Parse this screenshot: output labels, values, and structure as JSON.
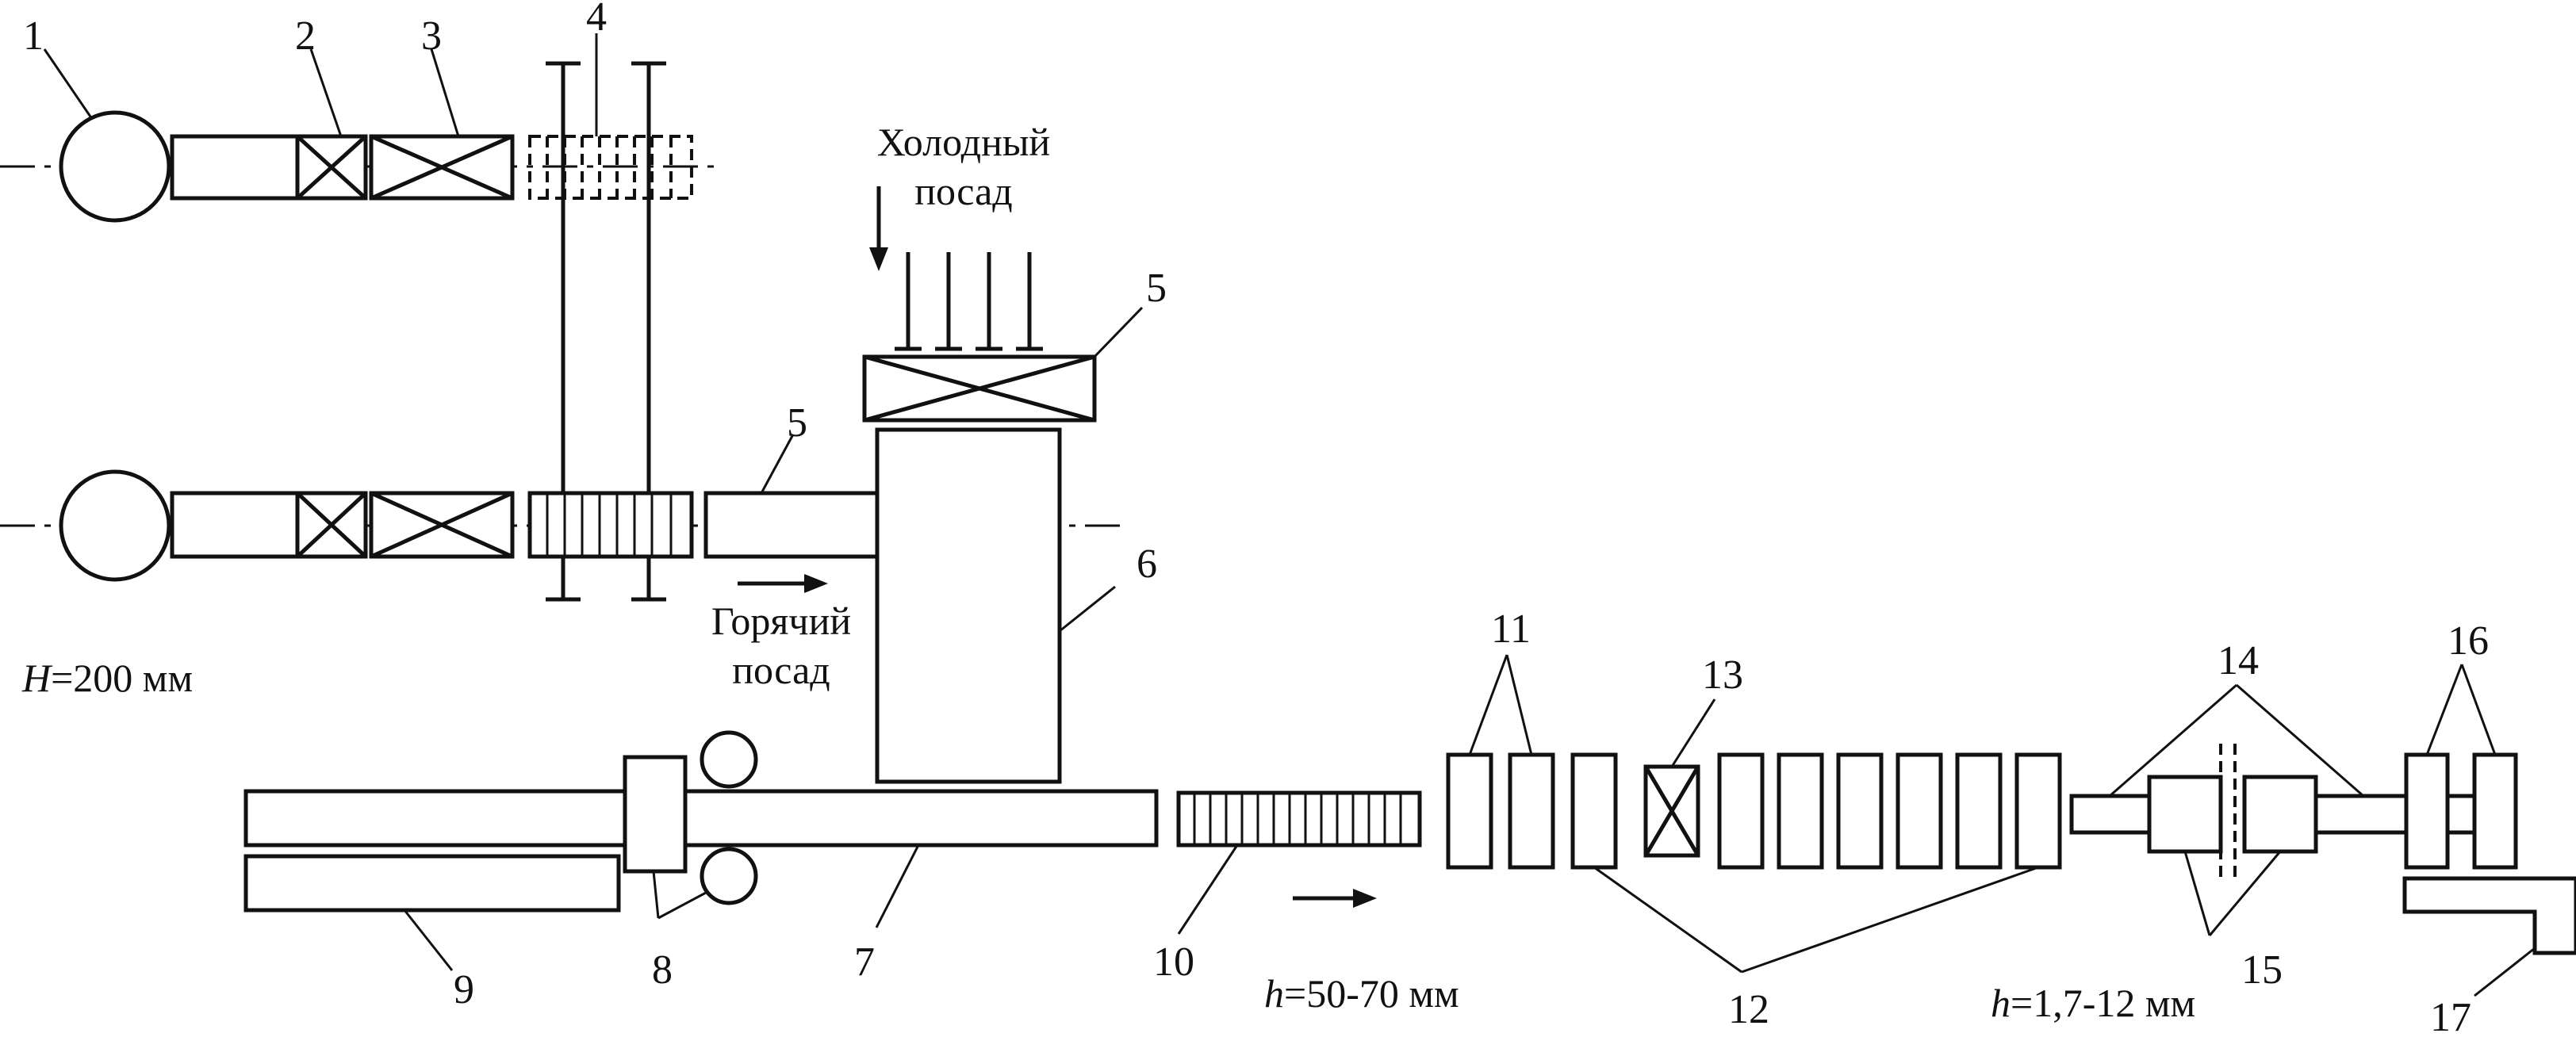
{
  "labels": {
    "n1": "1",
    "n2": "2",
    "n3": "3",
    "n4": "4",
    "n5_top": "5",
    "n5_mid": "5",
    "n6": "6",
    "n7": "7",
    "n8": "8",
    "n9": "9",
    "n10": "10",
    "n11": "11",
    "n12": "12",
    "n13": "13",
    "n14": "14",
    "n15": "15",
    "n16": "16",
    "n17": "17"
  },
  "text": {
    "cold_charge_line1": "Холодный",
    "cold_charge_line2": "посад",
    "hot_charge_line1": "Горячий",
    "hot_charge_line2": "посад",
    "H_var": "H",
    "H_value": "=200 мм",
    "h1_var": "h",
    "h1_value": "=50-70 мм",
    "h2_var": "h",
    "h2_value": "=1,7-12 мм"
  },
  "colors": {
    "stroke": "#111111",
    "background": "#ffffff"
  }
}
